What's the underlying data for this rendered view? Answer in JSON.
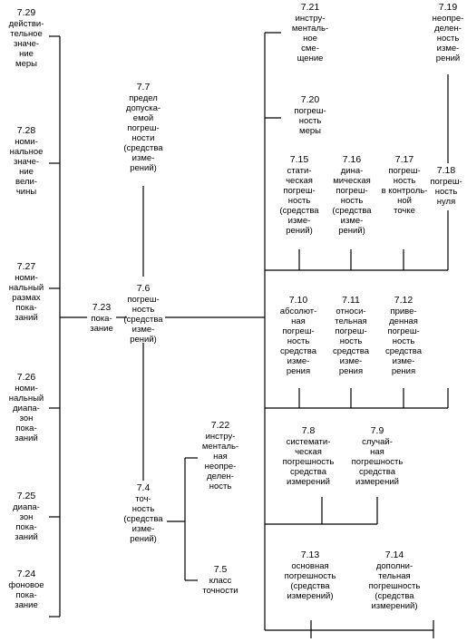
{
  "nodes": {
    "n7_29": {
      "num": "7.29",
      "label": "действи-\nтельное\nзначе-\nние\nмеры"
    },
    "n7_28": {
      "num": "7.28",
      "label": "номи-\nнальное\nзначе-\nние\nвели-\nчины"
    },
    "n7_27": {
      "num": "7.27",
      "label": "номи-\nнальный\nразмах\nпока-\nзаний"
    },
    "n7_26": {
      "num": "7.26",
      "label": "номи-\nнальный\nдиапа-\nзон\nпока-\nзаний"
    },
    "n7_25": {
      "num": "7.25",
      "label": "диапа-\nзон\nпока-\nзаний"
    },
    "n7_24": {
      "num": "7.24",
      "label": "фоновое\nпока-\nзание"
    },
    "n7_23": {
      "num": "7.23",
      "label": "пока-\nзание"
    },
    "n7_7": {
      "num": "7.7",
      "label": "предел\nдопуска-\nемой\nпогреш-\nности\n(средства\nизме-\nрений)"
    },
    "n7_6": {
      "num": "7.6",
      "label": "погреш-\nность\n(средства\nизме-\nрений)"
    },
    "n7_4": {
      "num": "7.4",
      "label": "точ-\nность\n(средства\nизме-\nрений)"
    },
    "n7_22": {
      "num": "7.22",
      "label": "инстру-\nменталь-\nная\nнеопре-\nделен-\nность"
    },
    "n7_5": {
      "num": "7.5",
      "label": "класс\nточности"
    },
    "n7_21": {
      "num": "7.21",
      "label": "инстру-\nменталь-\nное\nсме-\nщение"
    },
    "n7_19": {
      "num": "7.19",
      "label": "неопре-\nделен-\nность\nизме-\nрений"
    },
    "n7_20": {
      "num": "7.20",
      "label": "погреш-\nность\nмеры"
    },
    "n7_15": {
      "num": "7.15",
      "label": "стати-\nческая\nпогреш-\nность\n(средства\nизме-\nрений)"
    },
    "n7_16": {
      "num": "7.16",
      "label": "дина-\nмическая\nпогреш-\nность\n(средства\nизме-\nрений)"
    },
    "n7_17": {
      "num": "7.17",
      "label": "погреш-\nность\nв контроль-\nной\nточке"
    },
    "n7_18": {
      "num": "7.18",
      "label": "погреш-\nность\nнуля"
    },
    "n7_10": {
      "num": "7.10",
      "label": "абсолют-\nная\nпогреш-\nность\nсредства\nизме-\nрения"
    },
    "n7_11": {
      "num": "7.11",
      "label": "относи-\nтельная\nпогреш-\nность\nсредства\nизме-\nрения"
    },
    "n7_12": {
      "num": "7.12",
      "label": "приве-\nденная\nпогреш-\nность\nсредства\nизме-\nрения"
    },
    "n7_8": {
      "num": "7.8",
      "label": "системати-\nческая\nпогрешность\nсредства\nизмерений"
    },
    "n7_9": {
      "num": "7.9",
      "label": "случай-\nная\nпогрешность\nсредства\nизмерений"
    },
    "n7_13": {
      "num": "7.13",
      "label": "основная\nпогрешность\n(средства\nизмерений)"
    },
    "n7_14": {
      "num": "7.14",
      "label": "дополни-\nтельная\nпогрешность\n(средства\nизмерений)"
    }
  }
}
